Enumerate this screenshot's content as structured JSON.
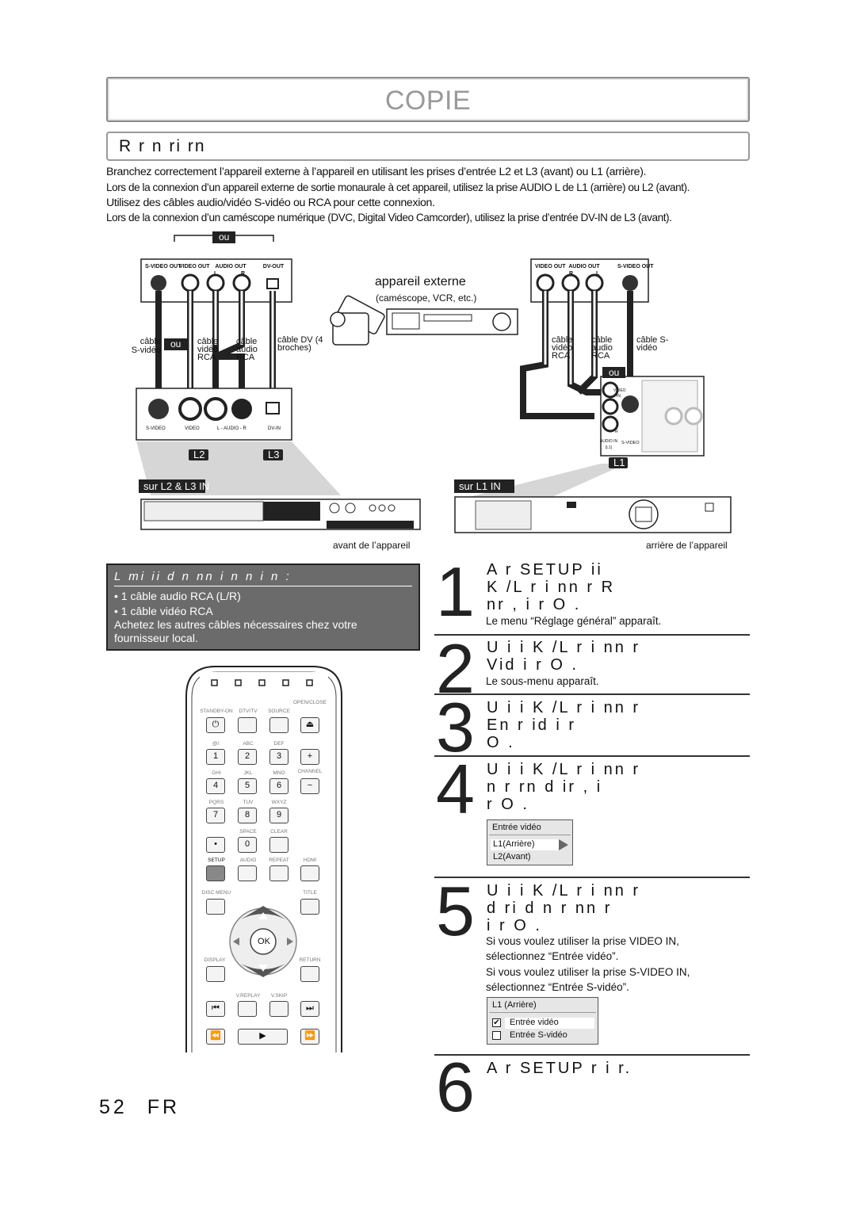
{
  "header": {
    "title": "COPIE",
    "section": "R r n ri rn"
  },
  "intro": [
    "Branchez correctement l’appareil externe à l’appareil en utilisant les prises d’entrée L2 et L3 (avant) ou L1 (arrière).",
    "Lors de la connexion d’un appareil externe de sortie monaurale à cet appareil, utilisez la prise AUDIO L de L1 (arrière) ou L2 (avant).",
    "Utilisez des câbles audio/vidéo S-vidéo ou RCA pour cette connexion.",
    "Lors de la connexion d’un caméscope numérique (DVC, Digital Video Camcorder), utilisez la prise d’entrée DV-IN de L3 (avant)."
  ],
  "diagram": {
    "ou": "ou",
    "left_jacks": [
      "S-VIDEO OUT",
      "VIDEO OUT",
      "AUDIO OUT",
      "DV-OUT"
    ],
    "left_jack_lr": [
      "L",
      "R"
    ],
    "right_jacks": [
      "VIDEO OUT",
      "AUDIO OUT",
      "S-VIDEO OUT"
    ],
    "right_jack_lr": [
      "R",
      "L"
    ],
    "ext_title": "appareil externe",
    "ext_sub": "(caméscope, VCR, etc.)",
    "cables_left": [
      "câble S-vidéo",
      "câble vidéo RCA",
      "câble audio RCA",
      "câble DV (4 broches)"
    ],
    "cables_right": [
      "câble vidéo RCA",
      "câble audio RCA",
      "câble S-vidéo"
    ],
    "front_jacks": [
      "S-VIDEO",
      "VIDEO",
      "L - AUDIO - R",
      "DV-IN"
    ],
    "l2": "L2",
    "l3": "L3",
    "l1": "L1",
    "sur_front": "sur L2 & L3 IN",
    "sur_rear": "sur L1 IN",
    "front_caption": "avant de l’appareil",
    "rear_caption": "arrière de l’appareil",
    "rear_jack_labels": [
      "VIDEO",
      "IN",
      "L",
      "R",
      "AUDIO IN (L1)",
      "S-VIDEO"
    ]
  },
  "accessories": {
    "heading": "L mi ii d n nn i n n i n :",
    "items": [
      "• 1 câble audio RCA (L/R)",
      "• 1 câble vidéo RCA"
    ],
    "note": [
      "Achetez les autres câbles nécessaires chez votre",
      "fournisseur local."
    ]
  },
  "steps": [
    {
      "num": "1",
      "lines": [
        "A r SETUP ii",
        "K /L r i nn r R",
        "nr , i r O ."
      ],
      "note": [
        "Le menu “Réglage général” apparaît."
      ]
    },
    {
      "num": "2",
      "lines": [
        "U i i K /L r i nn r",
        "Vid i r O ."
      ],
      "note": [
        "Le sous-menu apparaît."
      ]
    },
    {
      "num": "3",
      "lines": [
        "U i i K /L r i nn r",
        "En r id i r",
        "O ."
      ],
      "note": []
    },
    {
      "num": "4",
      "lines": [
        "U i i K /L r i nn r",
        "n r rn d ir , i",
        "r O ."
      ],
      "note": []
    },
    {
      "num": "5",
      "lines": [
        "U i i K /L r i nn r",
        "d ri d n r nn r",
        "i r O ."
      ],
      "note": [
        "Si vous voulez utiliser la prise VIDEO IN,",
        "sélectionnez “Entrée vidéo”.",
        "Si vous voulez utiliser la prise S-VIDEO IN,",
        "sélectionnez “Entrée S-vidéo”."
      ]
    },
    {
      "num": "6",
      "lines": [
        "A r SETUP r i r."
      ],
      "note": []
    }
  ],
  "menu4": {
    "title": "Entrée vidéo",
    "items": [
      "L1(Arrière)",
      "L2(Avant)"
    ]
  },
  "menu5": {
    "title": "L1 (Arrière)",
    "items": [
      "Entrée vidéo",
      "Entrée S-vidéo"
    ]
  },
  "remote": {
    "top_labels": [
      "STANDBY-ON",
      "DTV/TV",
      "SOURCE",
      "OPEN/CLOSE"
    ],
    "letters": [
      "@/:",
      "ABC",
      "DEF",
      "GHI",
      "JKL",
      "MNO",
      "PQRS",
      "TUV",
      "WXYZ",
      "SPACE",
      "CLEAR"
    ],
    "digits": [
      "1",
      "2",
      "3",
      "4",
      "5",
      "6",
      "7",
      "8",
      "9",
      "0"
    ],
    "channel": "CHANNEL",
    "row_labels": [
      "SETUP",
      "AUDIO",
      "REPEAT",
      "HDMI"
    ],
    "disc_menu": "DISC MENU",
    "title": "TITLE",
    "display": "DISPLAY",
    "return": "RETURN",
    "ok": "OK",
    "vreplay": "V.REPLAY",
    "vskip": "V.SKIP"
  },
  "footer": {
    "page": "52",
    "lang": "FR"
  }
}
